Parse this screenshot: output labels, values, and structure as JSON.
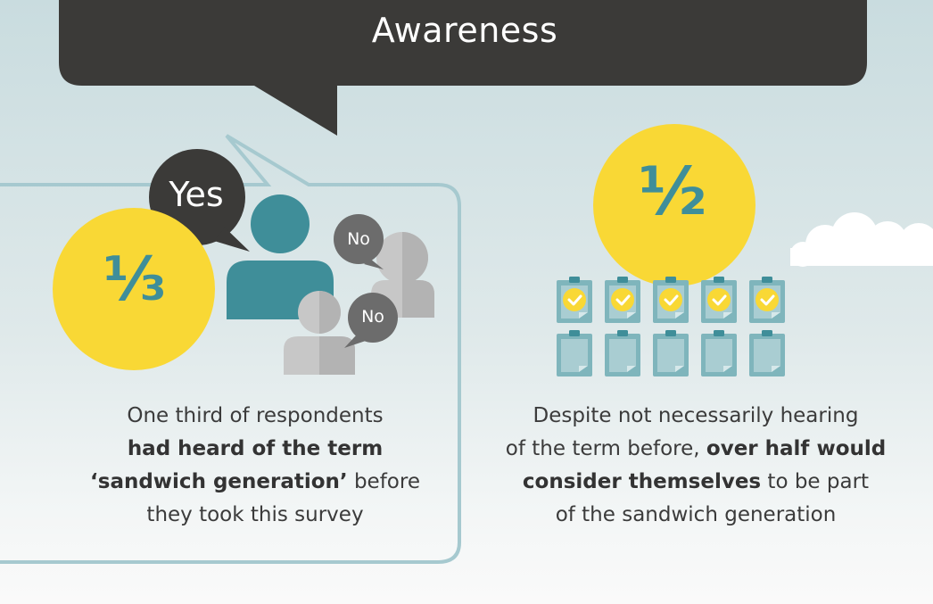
{
  "header": {
    "title": "Awareness"
  },
  "left_stat": {
    "fraction": "⅓",
    "bubbles": {
      "yes": "Yes",
      "no_1": "No",
      "no_2": "No"
    },
    "caption": {
      "part1": "One third of respondents",
      "bold1": "had heard of the term",
      "bold2": "‘sandwich generation’",
      "part2": " before",
      "part3": "they took this survey"
    }
  },
  "right_stat": {
    "fraction": "½",
    "clipboards": {
      "checked": 5,
      "total": 10
    },
    "caption": {
      "part1": "Despite not necessarily hearing",
      "part2": "of the term before, ",
      "bold1": "over half would",
      "bold2": "consider themselves",
      "part3": " to be part",
      "part4": "of the sandwich generation"
    }
  },
  "colors": {
    "dark_bubble": "#3b3a38",
    "yellow": "#f9d835",
    "teal": "#3f8e99",
    "grey_person": "#c7c7c7",
    "clipboard": "#7fb5bc",
    "outline": "#a6c9cf"
  }
}
